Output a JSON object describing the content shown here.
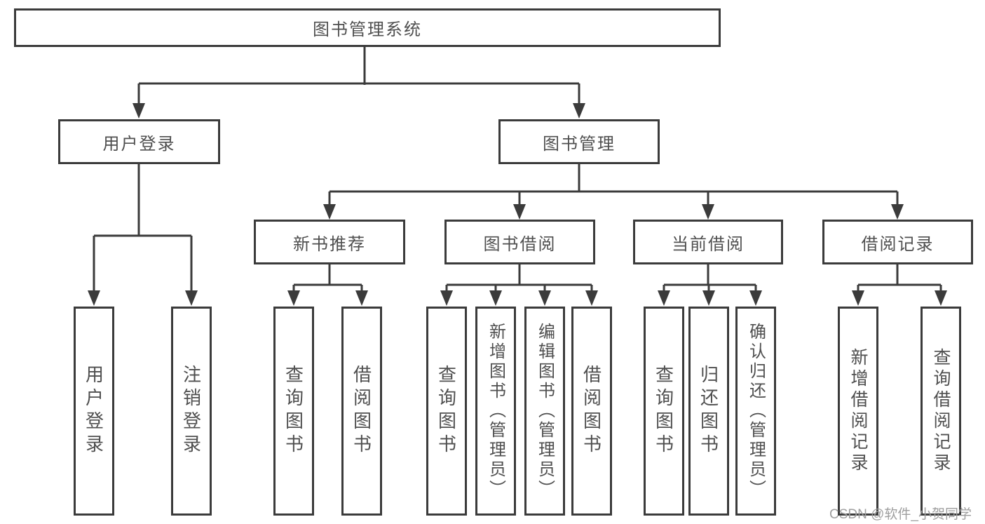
{
  "root": {
    "label": "图书管理系统"
  },
  "branches": {
    "user_login": {
      "label": "用户登录",
      "children": [
        "用户登录",
        "注销登录"
      ]
    },
    "book_management": {
      "label": "图书管理",
      "sections": {
        "new_book_recommend": {
          "label": "新书推荐",
          "children": [
            "查询图书",
            "借阅图书"
          ]
        },
        "book_borrow": {
          "label": "图书借阅",
          "children": [
            "查询图书",
            "新增图书（管理员）",
            "编辑图书（管理员）",
            "借阅图书"
          ]
        },
        "current_borrow": {
          "label": "当前借阅",
          "children": [
            "查询图书",
            "归还图书",
            "确认归还（管理员）"
          ]
        },
        "borrow_records": {
          "label": "借阅记录",
          "children": [
            "新增借阅记录",
            "查询借阅记录"
          ]
        }
      }
    }
  },
  "watermark": "CSDN @软件_小贺同学",
  "colors": {
    "line": "#3b3b3b",
    "text": "#4f4f4f",
    "watermark": "#9e9e9e",
    "background": "#ffffff"
  }
}
